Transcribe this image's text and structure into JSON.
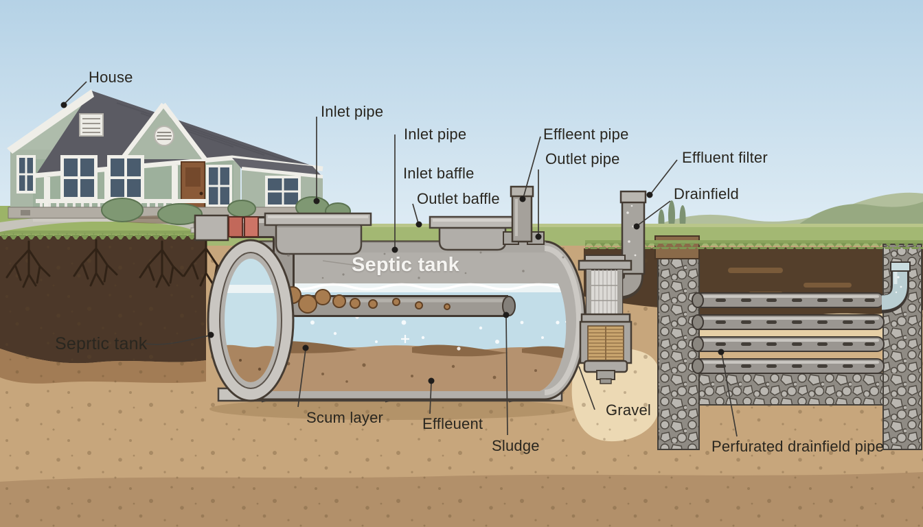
{
  "labels": {
    "house": "House",
    "inlet_pipe_top": "Inlet pipe",
    "inlet_pipe_mid": "Inlet pipe",
    "inlet_baffle": "Inlet baffle",
    "outlet_baffle": "Outlet baffle",
    "effleent_pipe": "Effleent pipe",
    "outlet_pipe": "Outlet pipe",
    "effluent_filter": "Effluent filter",
    "drainfield": "Drainfield",
    "septic_tank_on_tank": "Septic tank",
    "septic_tank_left": "Seprtic tank",
    "scum_layer": "Scum layer",
    "effluent": "Effleuent",
    "sludge": "Sludge",
    "gravel": "Gravel",
    "perforated_pipe": "Perfurated drainfield pipe"
  },
  "colors": {
    "sky_top": "#b5d2e6",
    "sky_bottom": "#e0edf5",
    "hill_back": "#b2bf9c",
    "hill_front": "#97a981",
    "grass": "#a3b873",
    "soil_dark": "#4c3829",
    "soil_topsoil_right": "#523d2a",
    "soil_tan": "#c7a67c",
    "soil_cream": "#ecd9b4",
    "tank_gray": "#b2afaa",
    "water_blue": "#c2dde8",
    "sludge_brown": "#b5926f",
    "scum_brown": "#a87c4f",
    "inlet_pipe_red": "#c2685a",
    "drain_pipe_blue": "#b9ced2",
    "gravel_gray": "#8f8b84",
    "house_siding": "#a9b7a6",
    "house_roof": "#5b5b63",
    "label_text": "#29261f",
    "label_text_on_tank": "#f5f4f1"
  }
}
